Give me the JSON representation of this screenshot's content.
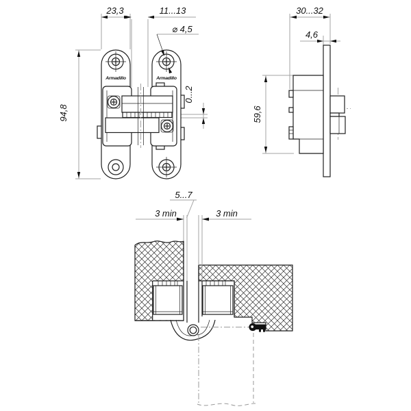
{
  "drawing_type": "concealed hinge technical drawing",
  "brand": "Armadillo",
  "colors": {
    "background": "#ffffff",
    "object_line": "#1f1f1f",
    "dimension_line": "#a3a3a3",
    "text": "#111111"
  },
  "front_view": {
    "plate_width_mm": "23,3",
    "door_gap_mm": "11...13",
    "screw_hole_diameter": "⌀ 4,5",
    "hinge_height_mm": "94,8",
    "vertical_adjustment_mm": "0...2",
    "logo_left": "Armadillo",
    "logo_right": "Armadillo"
  },
  "side_view": {
    "mortise_depth_mm": "30...32",
    "flange_thickness_mm": "4,6",
    "body_height_mm": "59,6"
  },
  "section_view": {
    "door_frame_gap_mm": "5...7",
    "door_margin": "3 min",
    "frame_margin": "3 min"
  }
}
